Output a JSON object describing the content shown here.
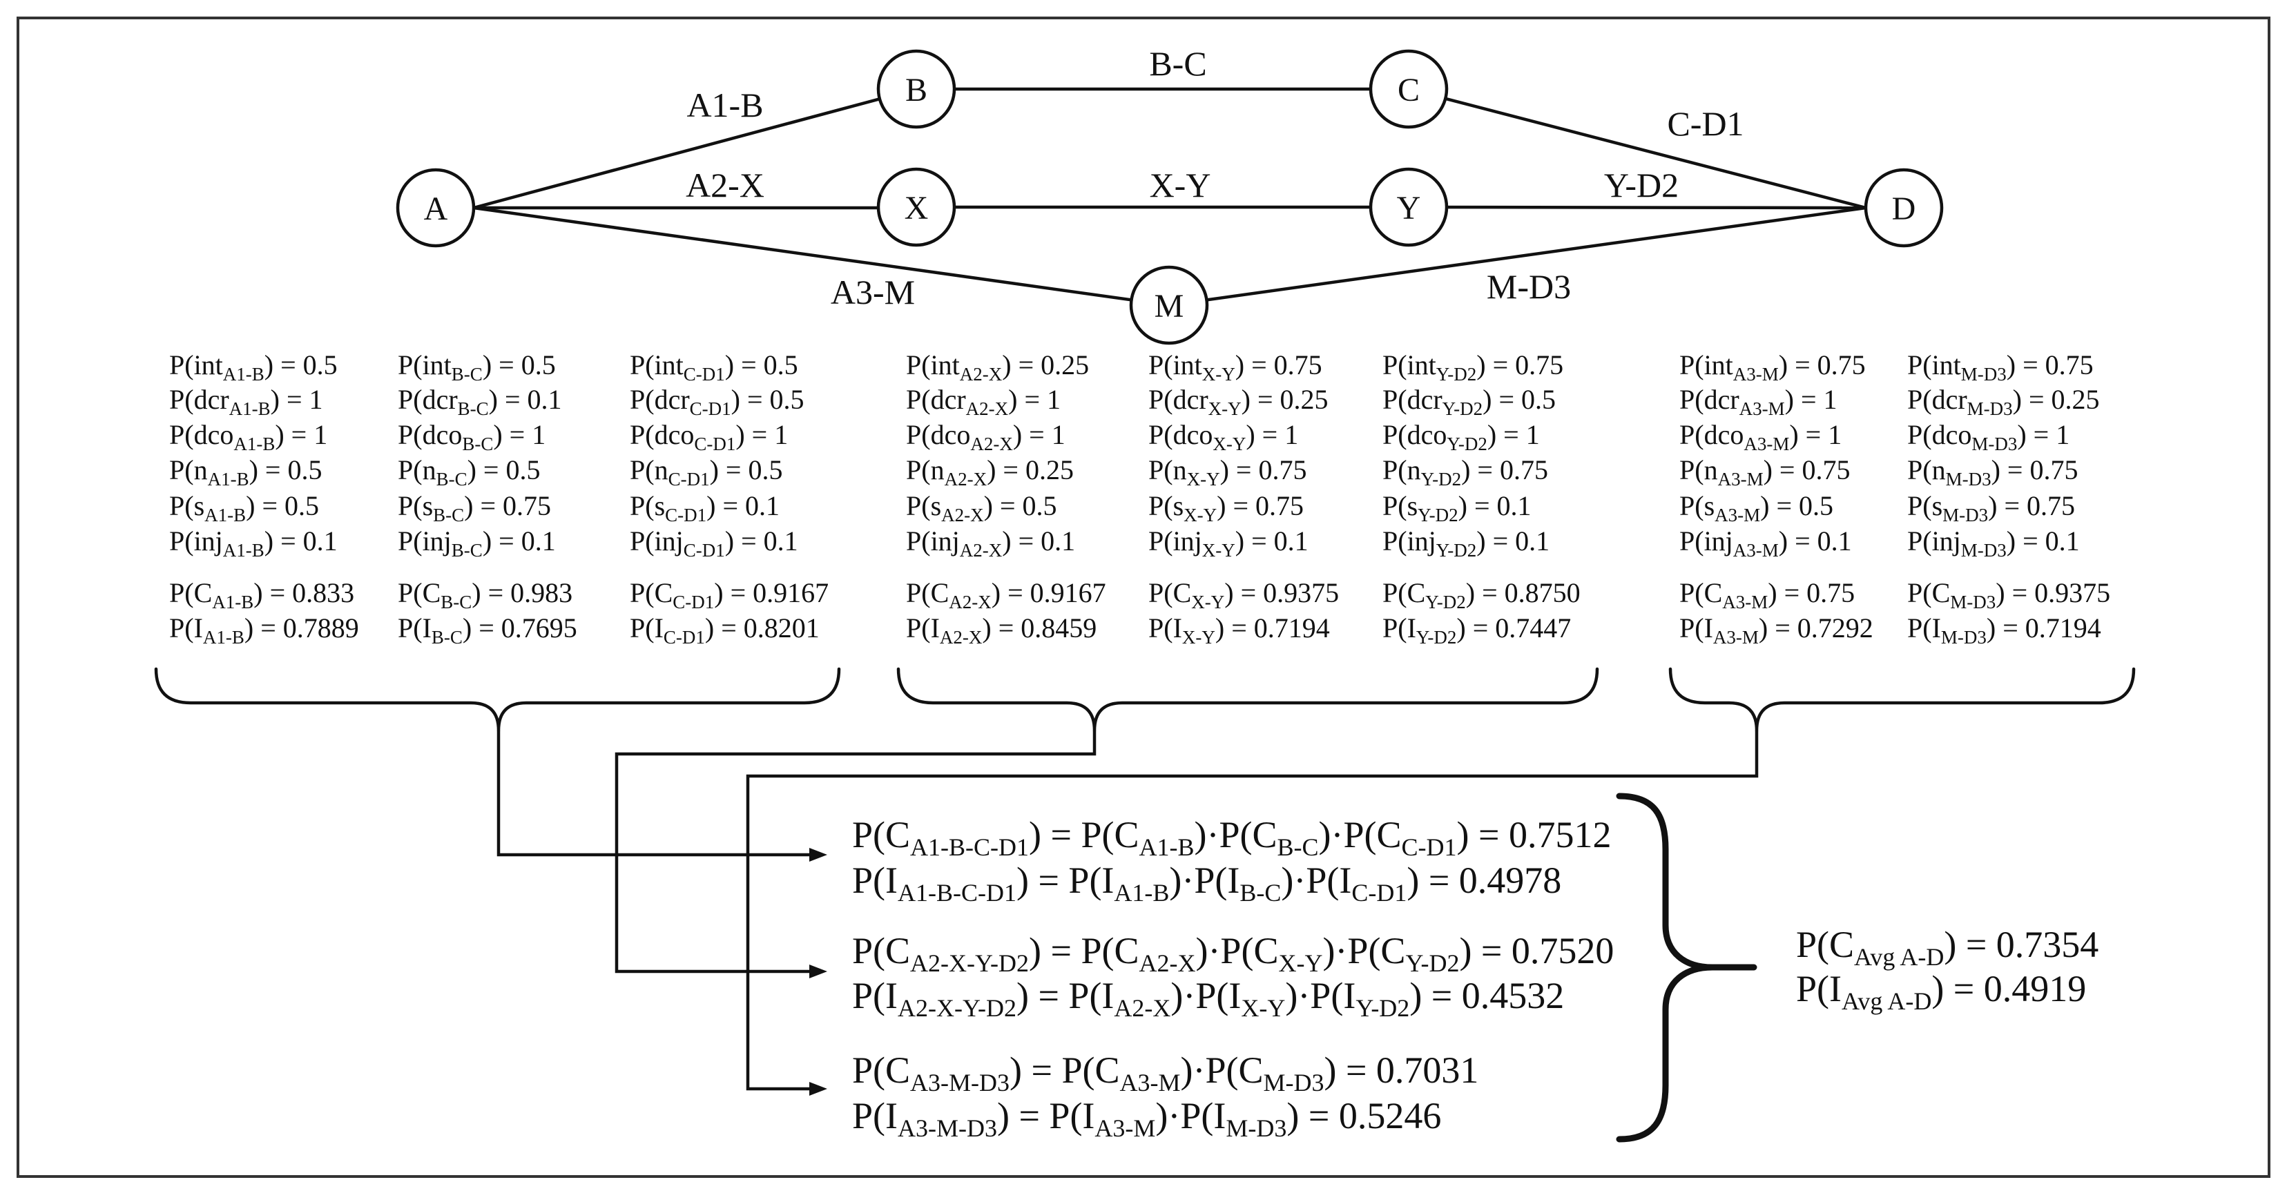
{
  "nodes": [
    {
      "label": "A"
    },
    {
      "label": "B"
    },
    {
      "label": "C"
    },
    {
      "label": "X"
    },
    {
      "label": "Y"
    },
    {
      "label": "D"
    },
    {
      "label": "M"
    }
  ],
  "edges": [
    {
      "label": "A1-B"
    },
    {
      "label": "B-C"
    },
    {
      "label": "C-D1"
    },
    {
      "label": "A2-X"
    },
    {
      "label": "X-Y"
    },
    {
      "label": "Y-D2"
    },
    {
      "label": "A3-M"
    },
    {
      "label": "M-D3"
    }
  ],
  "parameter_columns": [
    {
      "lines": [
        [
          "P(int",
          "A1-B",
          ") = 0.5"
        ],
        [
          "P(dcr",
          "A1-B",
          ") = 1"
        ],
        [
          "P(dco",
          "A1-B",
          ") = 1"
        ],
        [
          "P(n",
          "A1-B",
          ") = 0.5"
        ],
        [
          "P(s",
          "A1-B",
          ") = 0.5"
        ],
        [
          "P(inj",
          "A1-B",
          ") = 0.1"
        ],
        [
          "P(C",
          "A1-B",
          ") = 0.833"
        ],
        [
          "P(I",
          "A1-B",
          ") = 0.7889"
        ]
      ]
    },
    {
      "lines": [
        [
          "P(int",
          "B-C",
          ") = 0.5"
        ],
        [
          "P(dcr",
          "B-C",
          ") = 0.1"
        ],
        [
          "P(dco",
          "B-C",
          ") = 1"
        ],
        [
          "P(n",
          "B-C",
          ") = 0.5"
        ],
        [
          "P(s",
          "B-C",
          ") = 0.75"
        ],
        [
          "P(inj",
          "B-C",
          ") = 0.1"
        ],
        [
          "P(C",
          "B-C",
          ") = 0.983"
        ],
        [
          "P(I",
          "B-C",
          ") = 0.7695"
        ]
      ]
    },
    {
      "lines": [
        [
          "P(int",
          "C-D1",
          ") = 0.5"
        ],
        [
          "P(dcr",
          "C-D1",
          ") = 0.5"
        ],
        [
          "P(dco",
          "C-D1",
          ") = 1"
        ],
        [
          "P(n",
          "C-D1",
          ") = 0.5"
        ],
        [
          "P(s",
          "C-D1",
          ") = 0.1"
        ],
        [
          "P(inj",
          "C-D1",
          ") = 0.1"
        ],
        [
          "P(C",
          "C-D1",
          ") = 0.9167"
        ],
        [
          "P(I",
          "C-D1",
          ") = 0.8201"
        ]
      ]
    },
    {
      "lines": [
        [
          "P(int",
          "A2-X",
          ") = 0.25"
        ],
        [
          "P(dcr",
          "A2-X",
          ") = 1"
        ],
        [
          "P(dco",
          "A2-X",
          ") = 1"
        ],
        [
          "P(n",
          "A2-X",
          ") = 0.25"
        ],
        [
          "P(s",
          "A2-X",
          ") = 0.5"
        ],
        [
          "P(inj",
          "A2-X",
          ") = 0.1"
        ],
        [
          "P(C",
          "A2-X",
          ") = 0.9167"
        ],
        [
          "P(I",
          "A2-X",
          ") = 0.8459"
        ]
      ]
    },
    {
      "lines": [
        [
          "P(int",
          "X-Y",
          ") = 0.75"
        ],
        [
          "P(dcr",
          "X-Y",
          ") = 0.25"
        ],
        [
          "P(dco",
          "X-Y",
          ") = 1"
        ],
        [
          "P(n",
          "X-Y",
          ") = 0.75"
        ],
        [
          "P(s",
          "X-Y",
          ") = 0.75"
        ],
        [
          "P(inj",
          "X-Y",
          ") = 0.1"
        ],
        [
          "P(C",
          "X-Y",
          ") = 0.9375"
        ],
        [
          "P(I",
          "X-Y",
          ") = 0.7194"
        ]
      ]
    },
    {
      "lines": [
        [
          "P(int",
          "Y-D2",
          ") = 0.75"
        ],
        [
          "P(dcr",
          "Y-D2",
          ") = 0.5"
        ],
        [
          "P(dco",
          "Y-D2",
          ") = 1"
        ],
        [
          "P(n",
          "Y-D2",
          ") = 0.75"
        ],
        [
          "P(s",
          "Y-D2",
          ") = 0.1"
        ],
        [
          "P(inj",
          "Y-D2",
          ") = 0.1"
        ],
        [
          "P(C",
          "Y-D2",
          ") = 0.8750"
        ],
        [
          "P(I",
          "Y-D2",
          ") = 0.7447"
        ]
      ]
    },
    {
      "lines": [
        [
          "P(int",
          "A3-M",
          ") = 0.75"
        ],
        [
          "P(dcr",
          "A3-M",
          ") = 1"
        ],
        [
          "P(dco",
          "A3-M",
          ") = 1"
        ],
        [
          "P(n",
          "A3-M",
          ") = 0.75"
        ],
        [
          "P(s",
          "A3-M",
          ") = 0.5"
        ],
        [
          "P(inj",
          "A3-M",
          ") = 0.1"
        ],
        [
          "P(C",
          "A3-M",
          ") = 0.75"
        ],
        [
          "P(I",
          "A3-M",
          ") = 0.7292"
        ]
      ]
    },
    {
      "lines": [
        [
          "P(int",
          "M-D3",
          ") = 0.75"
        ],
        [
          "P(dcr",
          "M-D3",
          ") = 0.25"
        ],
        [
          "P(dco",
          "M-D3",
          ") = 1"
        ],
        [
          "P(n",
          "M-D3",
          ") = 0.75"
        ],
        [
          "P(s",
          "M-D3",
          ") = 0.75"
        ],
        [
          "P(inj",
          "M-D3",
          ") = 0.1"
        ],
        [
          "P(C",
          "M-D3",
          ") = 0.9375"
        ],
        [
          "P(I",
          "M-D3",
          ") = 0.7194"
        ]
      ]
    }
  ],
  "route_formulas": [
    [
      "P(C",
      "A1-B-C-D1",
      ") = P(C",
      "A1-B",
      ")·P(C",
      "B-C",
      ")·P(C",
      "C-D1",
      ") = 0.7512"
    ],
    [
      "P(I",
      "A1-B-C-D1",
      ") = P(I",
      "A1-B",
      ")·P(I",
      "B-C",
      ")·P(I",
      "C-D1",
      ") = 0.4978"
    ],
    [
      "P(C",
      "A2-X-Y-D2",
      ") = P(C",
      "A2-X",
      ")·P(C",
      "X-Y",
      ")·P(C",
      "Y-D2",
      ") = 0.7520"
    ],
    [
      "P(I",
      "A2-X-Y-D2",
      ") = P(I",
      "A2-X",
      ")·P(I",
      "X-Y",
      ")·P(I",
      "Y-D2",
      ") = 0.4532"
    ],
    [
      "P(C",
      "A3-M-D3",
      ") = P(C",
      "A3-M",
      ")·P(C",
      "M-D3",
      ") = 0.7031"
    ],
    [
      "P(I",
      "A3-M-D3",
      ") = P(I",
      "A3-M",
      ")·P(I",
      "M-D3",
      ") = 0.5246"
    ]
  ],
  "average": [
    [
      "P(C",
      "Avg A-D",
      ") = 0.7354"
    ],
    [
      "P(I",
      "Avg A-D",
      ") = 0.4919"
    ]
  ]
}
